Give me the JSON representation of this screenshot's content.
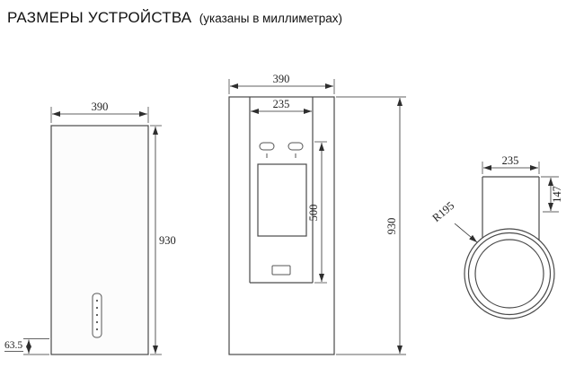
{
  "title": "РАЗМЕРЫ УСТРОЙСТВА",
  "subtitle": "(указаны в миллиметрах)",
  "colors": {
    "background": "#ffffff",
    "object_line": "#4a4a4a",
    "dimension_line": "#2e2e2e",
    "text": "#1f1f1f"
  },
  "views": {
    "front": {
      "width_mm": "390",
      "height_mm": "930",
      "control_panel_offset_mm": "63.5"
    },
    "back": {
      "width_mm": "390",
      "duct_width_mm": "235",
      "panel_height_mm": "500",
      "height_mm": "930"
    },
    "top": {
      "duct_width_mm": "235",
      "duct_depth_mm": "147",
      "radius_mm": "R195"
    }
  }
}
